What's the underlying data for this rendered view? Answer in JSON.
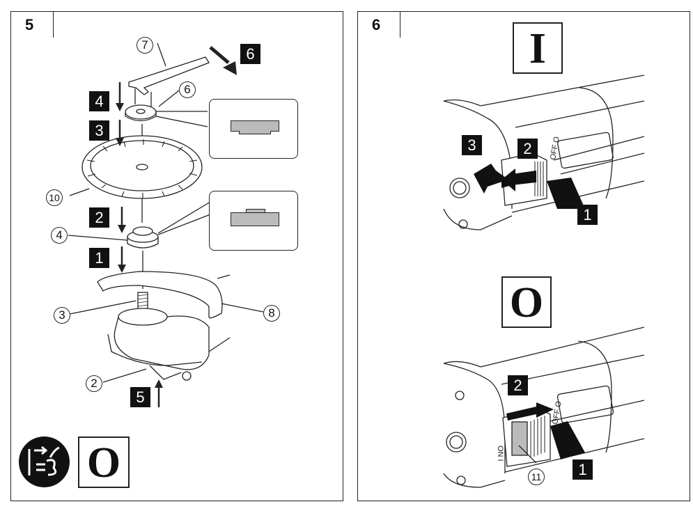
{
  "figures": [
    {
      "number": "5",
      "steps": [
        "1",
        "2",
        "3",
        "4",
        "5",
        "6"
      ],
      "callouts": [
        "7",
        "6",
        "10",
        "4",
        "3",
        "8",
        "2"
      ],
      "symbols": {
        "unplug": "unplug-icon",
        "switch_state": "O"
      }
    },
    {
      "number": "6",
      "top": {
        "switch_state": "I",
        "steps": [
          "3",
          "2",
          "1"
        ],
        "switch_labels": {
          "off": "OFF O"
        }
      },
      "bottom": {
        "switch_state": "O",
        "steps": [
          "2",
          "1"
        ],
        "switch_labels": {
          "on": "ON I",
          "off": "OFF O"
        },
        "callout": "11"
      }
    }
  ]
}
